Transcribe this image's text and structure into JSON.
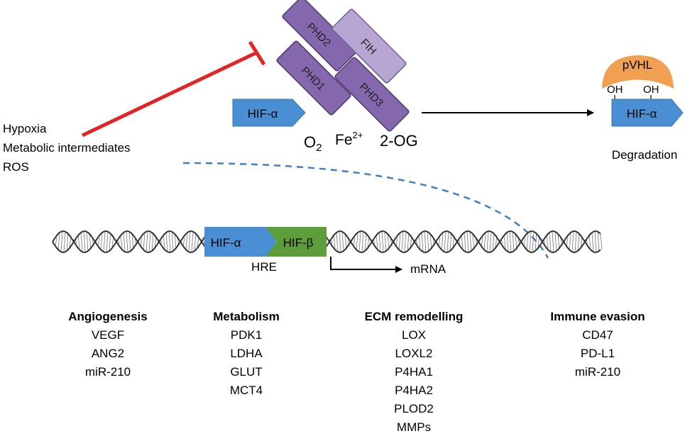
{
  "stimuli": [
    "Hypoxia",
    "Metabolic intermediates",
    "ROS"
  ],
  "enzymes": {
    "phd2": "PHD2",
    "fih": "FIH",
    "phd1": "PHD1",
    "phd3": "PHD3"
  },
  "cofactors": {
    "o2_base": "O",
    "o2_sub": "2",
    "fe_base": "Fe",
    "fe_sup": "2+",
    "og": "2-OG"
  },
  "hif_alpha": "HIF-α",
  "hif_beta": "HIF-β",
  "degradation": {
    "pvhl": "pVHL",
    "oh_left": "OH",
    "oh_right": "OH",
    "label": "Degradation"
  },
  "dna": {
    "hre": "HRE",
    "mrna": "mRNA"
  },
  "categories": [
    {
      "title": "Angiogenesis",
      "genes": [
        "VEGF",
        "ANG2",
        "miR-210"
      ]
    },
    {
      "title": "Metabolism",
      "genes": [
        "PDK1",
        "LDHA",
        "GLUT",
        "MCT4"
      ]
    },
    {
      "title": "ECM remodelling",
      "genes": [
        "LOX",
        "LOXL2",
        "P4HA1",
        "P4HA2",
        "PLOD2",
        "MMPs"
      ]
    },
    {
      "title": "Immune evasion",
      "genes": [
        "CD47",
        "PD-L1",
        "miR-210"
      ]
    }
  ],
  "colors": {
    "hif_alpha": "#4a8fd4",
    "hif_beta": "#5d9e3a",
    "phd": "#8467ad",
    "fih": "#b7a6d2",
    "pvhl": "#f0a050",
    "inhibition": "#e52225",
    "dashed": "#3f7fc6"
  }
}
